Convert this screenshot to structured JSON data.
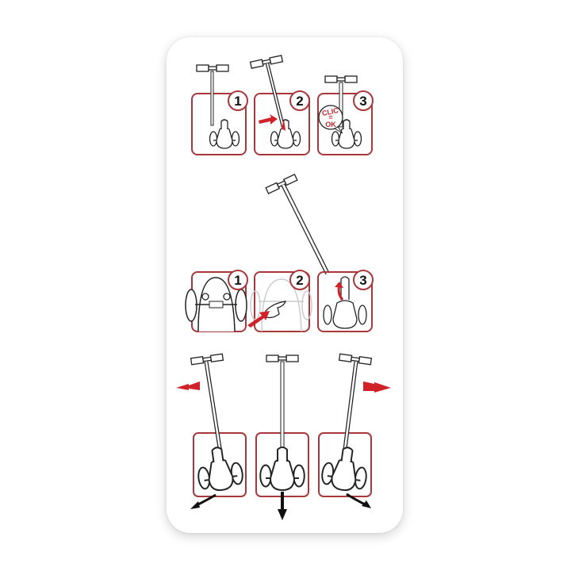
{
  "instructions": {
    "section_assembly": {
      "steps": [
        {
          "number": "1"
        },
        {
          "number": "2"
        },
        {
          "number": "3",
          "callout": {
            "line1": "CLIC",
            "line2": "=",
            "line3": "OK"
          }
        }
      ]
    },
    "section_removal": {
      "steps": [
        {
          "number": "1"
        },
        {
          "number": "2"
        },
        {
          "number": "3"
        }
      ]
    },
    "section_steering": {
      "panels": [
        {
          "direction": "lean-left"
        },
        {
          "direction": "straight"
        },
        {
          "direction": "lean-right"
        }
      ]
    }
  },
  "colors": {
    "frame_red": "#a8383b",
    "arrow_red": "#d1222a",
    "line_black": "#111111",
    "background": "#ffffff"
  }
}
